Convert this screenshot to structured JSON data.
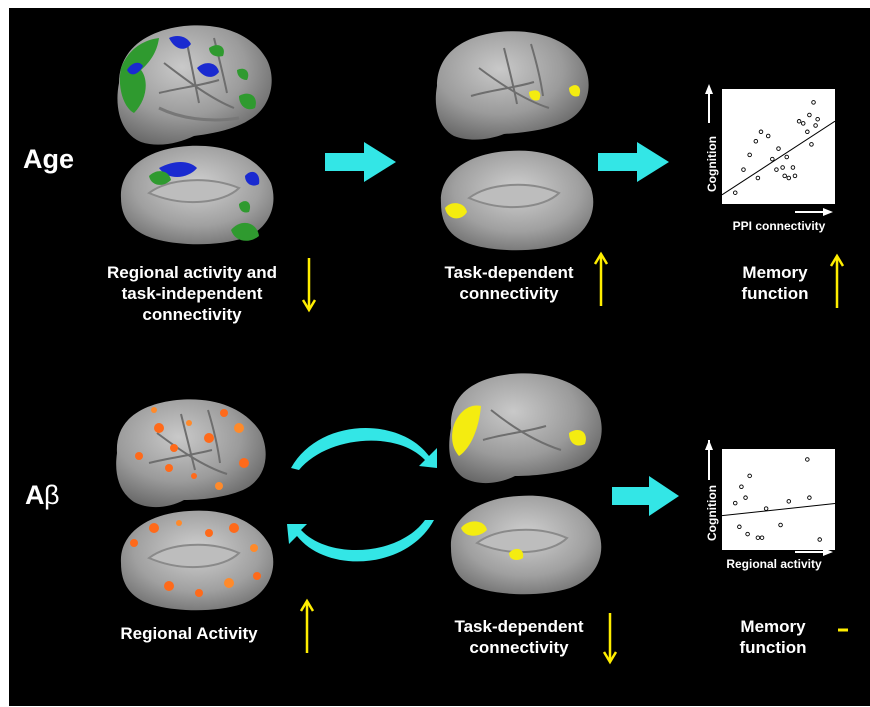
{
  "rows": {
    "age": "Age",
    "abeta_a": "A",
    "abeta_beta": "β"
  },
  "age_row": {
    "label_1": [
      "Regional activity and",
      "task-independent",
      "connectivity"
    ],
    "label_2": [
      "Task-dependent",
      "connectivity"
    ],
    "label_3": [
      "Memory",
      "function"
    ]
  },
  "abeta_row": {
    "label_1": "Regional Activity",
    "label_2": [
      "Task-dependent",
      "connectivity"
    ],
    "label_3": [
      "Memory",
      "function"
    ]
  },
  "plots": {
    "age_plot": {
      "ylabel": "Cognition",
      "xlabel": "PPI connectivity"
    },
    "abeta_plot": {
      "ylabel": "Cognition",
      "xlabel": "Regional activity"
    }
  },
  "colors": {
    "background": "#000000",
    "flow_arrow": "#33e6e6",
    "direction_arrow": "#ffee00",
    "brain": "#9a9a9a",
    "blob_green": "#2f9a2f",
    "blob_blue": "#1a2ad0",
    "blob_yellow": "#f4ec10",
    "blob_orange": "#ff6a1a"
  },
  "directions": {
    "age_regional": "down",
    "age_task": "up",
    "age_memory": "up",
    "abeta_regional": "up",
    "abeta_task": "down",
    "abeta_memory": "none"
  },
  "chart_data": [
    {
      "type": "scatter",
      "xlabel": "PPI connectivity",
      "ylabel": "Cognition",
      "trend": "positive",
      "points": [
        [
          0.08,
          0.06
        ],
        [
          0.16,
          0.28
        ],
        [
          0.22,
          0.42
        ],
        [
          0.28,
          0.55
        ],
        [
          0.3,
          0.2
        ],
        [
          0.33,
          0.64
        ],
        [
          0.4,
          0.6
        ],
        [
          0.44,
          0.38
        ],
        [
          0.48,
          0.28
        ],
        [
          0.5,
          0.48
        ],
        [
          0.54,
          0.3
        ],
        [
          0.56,
          0.22
        ],
        [
          0.58,
          0.4
        ],
        [
          0.6,
          0.2
        ],
        [
          0.64,
          0.3
        ],
        [
          0.66,
          0.22
        ],
        [
          0.7,
          0.74
        ],
        [
          0.74,
          0.72
        ],
        [
          0.78,
          0.64
        ],
        [
          0.8,
          0.8
        ],
        [
          0.84,
          0.92
        ],
        [
          0.86,
          0.7
        ],
        [
          0.88,
          0.76
        ],
        [
          0.82,
          0.52
        ]
      ],
      "fit": [
        [
          0.0,
          0.08
        ],
        [
          1.0,
          0.72
        ]
      ]
    },
    {
      "type": "scatter",
      "xlabel": "Regional activity",
      "ylabel": "Cognition",
      "trend": "flat",
      "points": [
        [
          0.08,
          0.46
        ],
        [
          0.12,
          0.2
        ],
        [
          0.14,
          0.64
        ],
        [
          0.18,
          0.52
        ],
        [
          0.2,
          0.12
        ],
        [
          0.22,
          0.76
        ],
        [
          0.3,
          0.08
        ],
        [
          0.34,
          0.08
        ],
        [
          0.38,
          0.4
        ],
        [
          0.52,
          0.22
        ],
        [
          0.6,
          0.48
        ],
        [
          0.78,
          0.94
        ],
        [
          0.8,
          0.52
        ],
        [
          0.9,
          0.06
        ]
      ],
      "fit": [
        [
          0.0,
          0.34
        ],
        [
          1.0,
          0.46
        ]
      ]
    }
  ]
}
